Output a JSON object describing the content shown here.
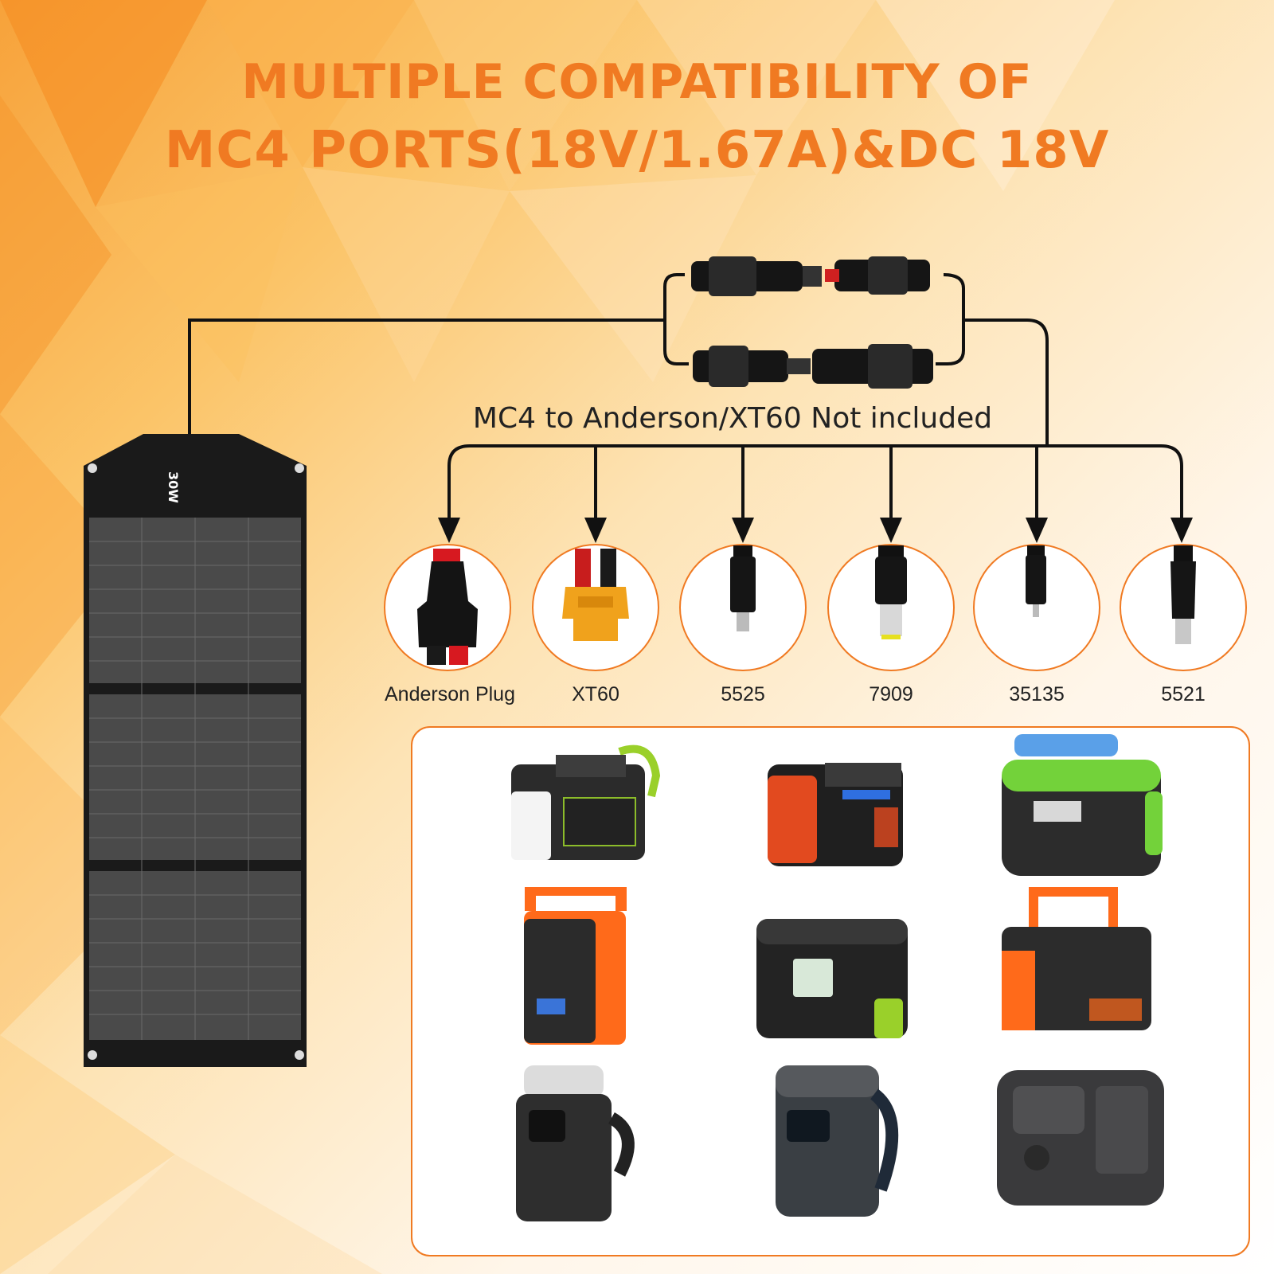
{
  "title": {
    "line1": "MULTIPLE COMPATIBILITY OF",
    "line2": "MC4 PORTS(18V/1.67A)&DC 18V"
  },
  "note": "MC4 to Anderson/XT60 Not included",
  "solar_panel": {
    "power": "30W",
    "icon": "solar-panel-icon"
  },
  "connectors": [
    {
      "label": "Anderson Plug",
      "icon": "anderson-plug-icon"
    },
    {
      "label": "XT60",
      "icon": "xt60-connector-icon"
    },
    {
      "label": "5525",
      "icon": "dc-5525-plug-icon"
    },
    {
      "label": "7909",
      "icon": "dc-7909-plug-icon"
    },
    {
      "label": "35135",
      "icon": "dc-35135-plug-icon"
    },
    {
      "label": "5521",
      "icon": "dc-5521-plug-icon"
    }
  ],
  "colors": {
    "accent": "#f07a22",
    "text": "#222222"
  }
}
